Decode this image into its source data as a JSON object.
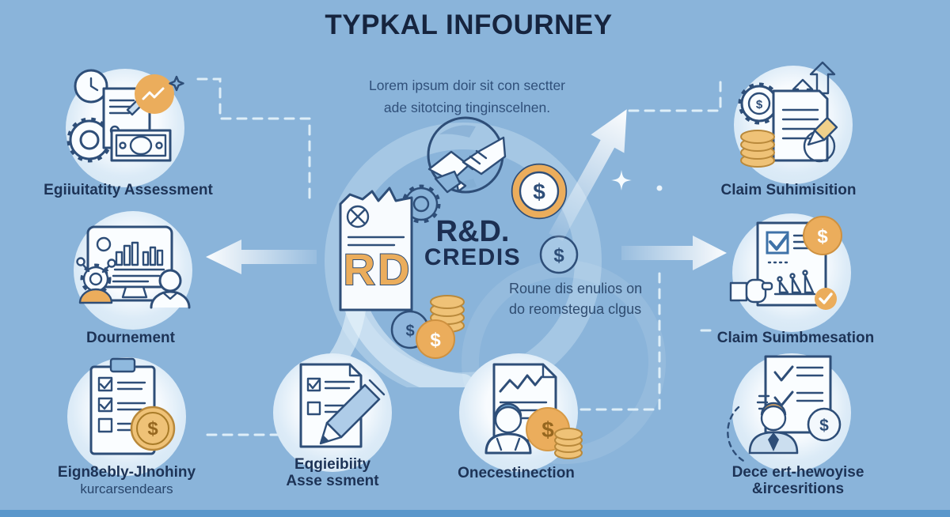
{
  "title": "TYPKAL INFOURNEY",
  "subtitle": {
    "line1": "Lorem ipsum doir sit con sectter",
    "line2": "ade sitotcing tinginscelnen."
  },
  "sym": {
    "dollar": "$"
  },
  "center": {
    "doc_initials": "RD",
    "heading1": "R&D.",
    "heading2": "CREDIS",
    "note1": "Roune dis enulios on",
    "note2": "do reomstegua clgus"
  },
  "steps": {
    "left_top": {
      "label": "Egiiuitatity Assessment"
    },
    "left_mid": {
      "label": "Dournement"
    },
    "left_bottom": {
      "line1": "Eign8ebly-Jlnohiny",
      "line2": "kurcarsendears"
    },
    "bottom_left": {
      "line1": "Eqgieibiity",
      "line2": "Asse ssment"
    },
    "bottom_right": {
      "label": "Onecestinection"
    },
    "right_top": {
      "label": "Claim Suhimisition"
    },
    "right_mid": {
      "label": "Claim Suimbmesation"
    },
    "right_bottom": {
      "line1": "Dece ert-hewoyise",
      "line2": "&ircesritions"
    }
  },
  "colors": {
    "background": "#8AB4DA",
    "ink": "#2E4E78",
    "title_ink": "#16243E",
    "accent_orange": "#EBAD5C",
    "coin_gold": "#EFC277",
    "halo": "#D8E9F5",
    "footer_bar": "#5B97CB"
  }
}
